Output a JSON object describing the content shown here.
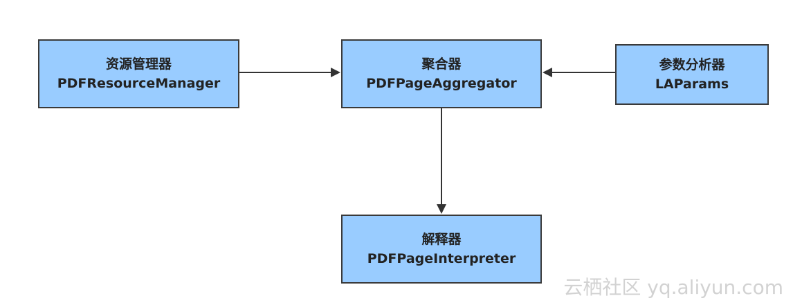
{
  "nodes": {
    "resource_manager": {
      "cn": "资源管理器",
      "en": "PDFResourceManager"
    },
    "aggregator": {
      "cn": "聚合器",
      "en": "PDFPageAggregator"
    },
    "laparams": {
      "cn": "参数分析器",
      "en": "LAParams"
    },
    "interpreter": {
      "cn": "解释器",
      "en": "PDFPageInterpreter"
    }
  },
  "edges": [
    {
      "from": "resource_manager",
      "to": "aggregator"
    },
    {
      "from": "laparams",
      "to": "aggregator"
    },
    {
      "from": "aggregator",
      "to": "interpreter"
    }
  ],
  "colors": {
    "node_fill": "#99ccff",
    "node_border": "#3a3a3a",
    "edge": "#333333"
  },
  "watermark": "云栖社区 yq.aliyun.com"
}
